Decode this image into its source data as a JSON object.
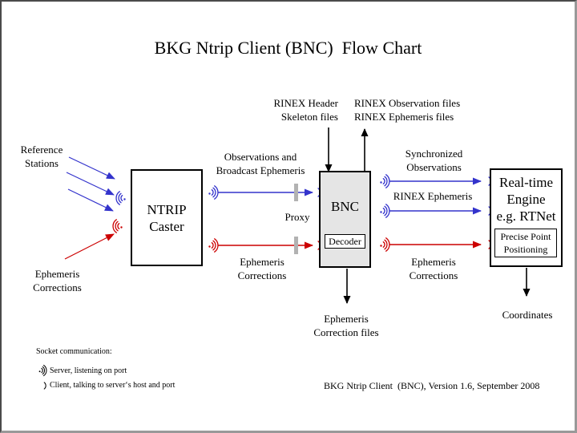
{
  "title": "BKG Ntrip Client (BNC)  Flow Chart",
  "nodes": {
    "ntrip_caster": "NTRIP\nCaster",
    "bnc": "BNC",
    "decoder": "Decoder",
    "realtime_engine": "Real-time\nEngine\ne.g. RTNet",
    "precise_point_positioning": "Precise Point\nPositioning"
  },
  "labels": {
    "reference_stations": "Reference\nStations",
    "ephemeris_corrections_input": "Ephemeris\nCorrections",
    "observations_broadcast": "Observations and\nBroadcast Ephemeris",
    "proxy": "Proxy",
    "ephemeris_corrections_caster_bnc": "Ephemeris\nCorrections",
    "rinex_header_skeleton": "RINEX Header\nSkeleton files",
    "rinex_output_files": "RINEX Observation files\nRINEX Ephemeris files",
    "synchronized_observations": "Synchronized\nObservations",
    "rinex_ephemeris": "RINEX Ephemeris",
    "ephemeris_corrections_bnc_engine": "Ephemeris\nCorrections",
    "ephemeris_correction_files": "Ephemeris\nCorrection files",
    "coordinates": "Coordinates"
  },
  "legend": {
    "title": "Socket communication:",
    "server": "Server, listening on port",
    "client": "Client, talking to server‘s host and port"
  },
  "footer": "BKG Ntrip Client  (BNC), Version 1.6, September 2008",
  "colors": {
    "blue": "#3333cc",
    "red": "#cc0000",
    "black": "#000000",
    "bnc_fill": "#e5e5e5",
    "proxy_bar": "#b2b2b2"
  },
  "edges": [
    {
      "from": "Reference Stations",
      "to": "NTRIP Caster",
      "color": "blue",
      "count": 3
    },
    {
      "from": "Ephemeris Corrections",
      "to": "NTRIP Caster",
      "color": "red"
    },
    {
      "from": "NTRIP Caster",
      "to": "BNC",
      "label": "Observations and Broadcast Ephemeris",
      "color": "blue",
      "via": "Proxy"
    },
    {
      "from": "NTRIP Caster",
      "to": "BNC",
      "label": "Ephemeris Corrections",
      "color": "red",
      "via": "Proxy"
    },
    {
      "from": "RINEX Header Skeleton files",
      "to": "BNC",
      "color": "black"
    },
    {
      "from": "BNC",
      "to": "RINEX Observation files / RINEX Ephemeris files",
      "color": "black"
    },
    {
      "from": "BNC",
      "to": "Real-time Engine",
      "label": "Synchronized Observations",
      "color": "blue"
    },
    {
      "from": "BNC",
      "to": "Real-time Engine",
      "label": "RINEX Ephemeris",
      "color": "blue"
    },
    {
      "from": "BNC",
      "to": "Real-time Engine",
      "label": "Ephemeris Corrections",
      "color": "red"
    },
    {
      "from": "BNC",
      "to": "Ephemeris Correction files",
      "color": "black"
    },
    {
      "from": "Real-time Engine",
      "to": "Coordinates",
      "color": "black"
    }
  ]
}
